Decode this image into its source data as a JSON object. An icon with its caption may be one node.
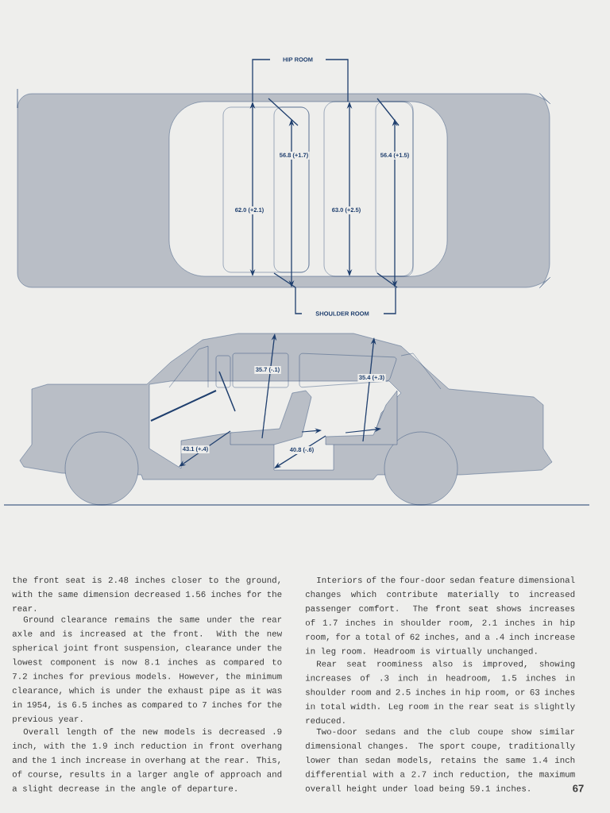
{
  "diagram": {
    "labels": [
      "HIP ROOM",
      "56.8 (+1.7)",
      "56.4 (+1.5)",
      "62.0 (+2.1)",
      "63.0 (+2.5)",
      "SHOULDER ROOM",
      "35.7 (-.1)",
      "35.4 (+.3)",
      "43.1 (+.4)",
      "40.8 (-.6)",
      "the front seat is 2.48 inches closer to the ground, with the same dimension decreased 1.56 inches for the rear.",
      "Ground clearance remains the same under the rear axle and is increased at the front.  With the new spherical joint front suspension, clearance under the lowest component is now 8.1 inches as compared to 7.2 inches for previous models.  However, the minimum clearance, which is under the exhaust pipe as it was in 1954, is 6.5 inches as compared to 7 inches for the previous year.",
      "Overall length of the new models is decreased .9 inch, with the 1.9 inch reduction in front overhang and the 1 inch increase in overhang at the rear.  This, of course, results in a larger angle of approach and a slight decrease in the angle of departure.",
      "Interiors of the four-door sedan feature dimensional changes which contribute materially to increased passenger comfort.  The front seat shows increases of 1.7 inches in shoulder room, 2.1 inches in hip room, for a total of 62 inches, and a .4 inch increase in leg room.  Headroom is virtually unchanged.",
      "Rear seat roominess also is improved, showing increases of .3 inch in headroom, 1.5 inches in shoulder room and 2.5 inches in hip room, or 63 inches in total width.  Leg room in the rear seat is slightly reduced.",
      "Two-door sedans and the club coupe show similar dimensional changes.  The sport coupe, traditionally lower than sedan models, retains the same 1.4 inch differential with a 2.7 inch reduction, the maximum overall height under load being 59.1 inches.",
      "67"
    ]
  }
}
